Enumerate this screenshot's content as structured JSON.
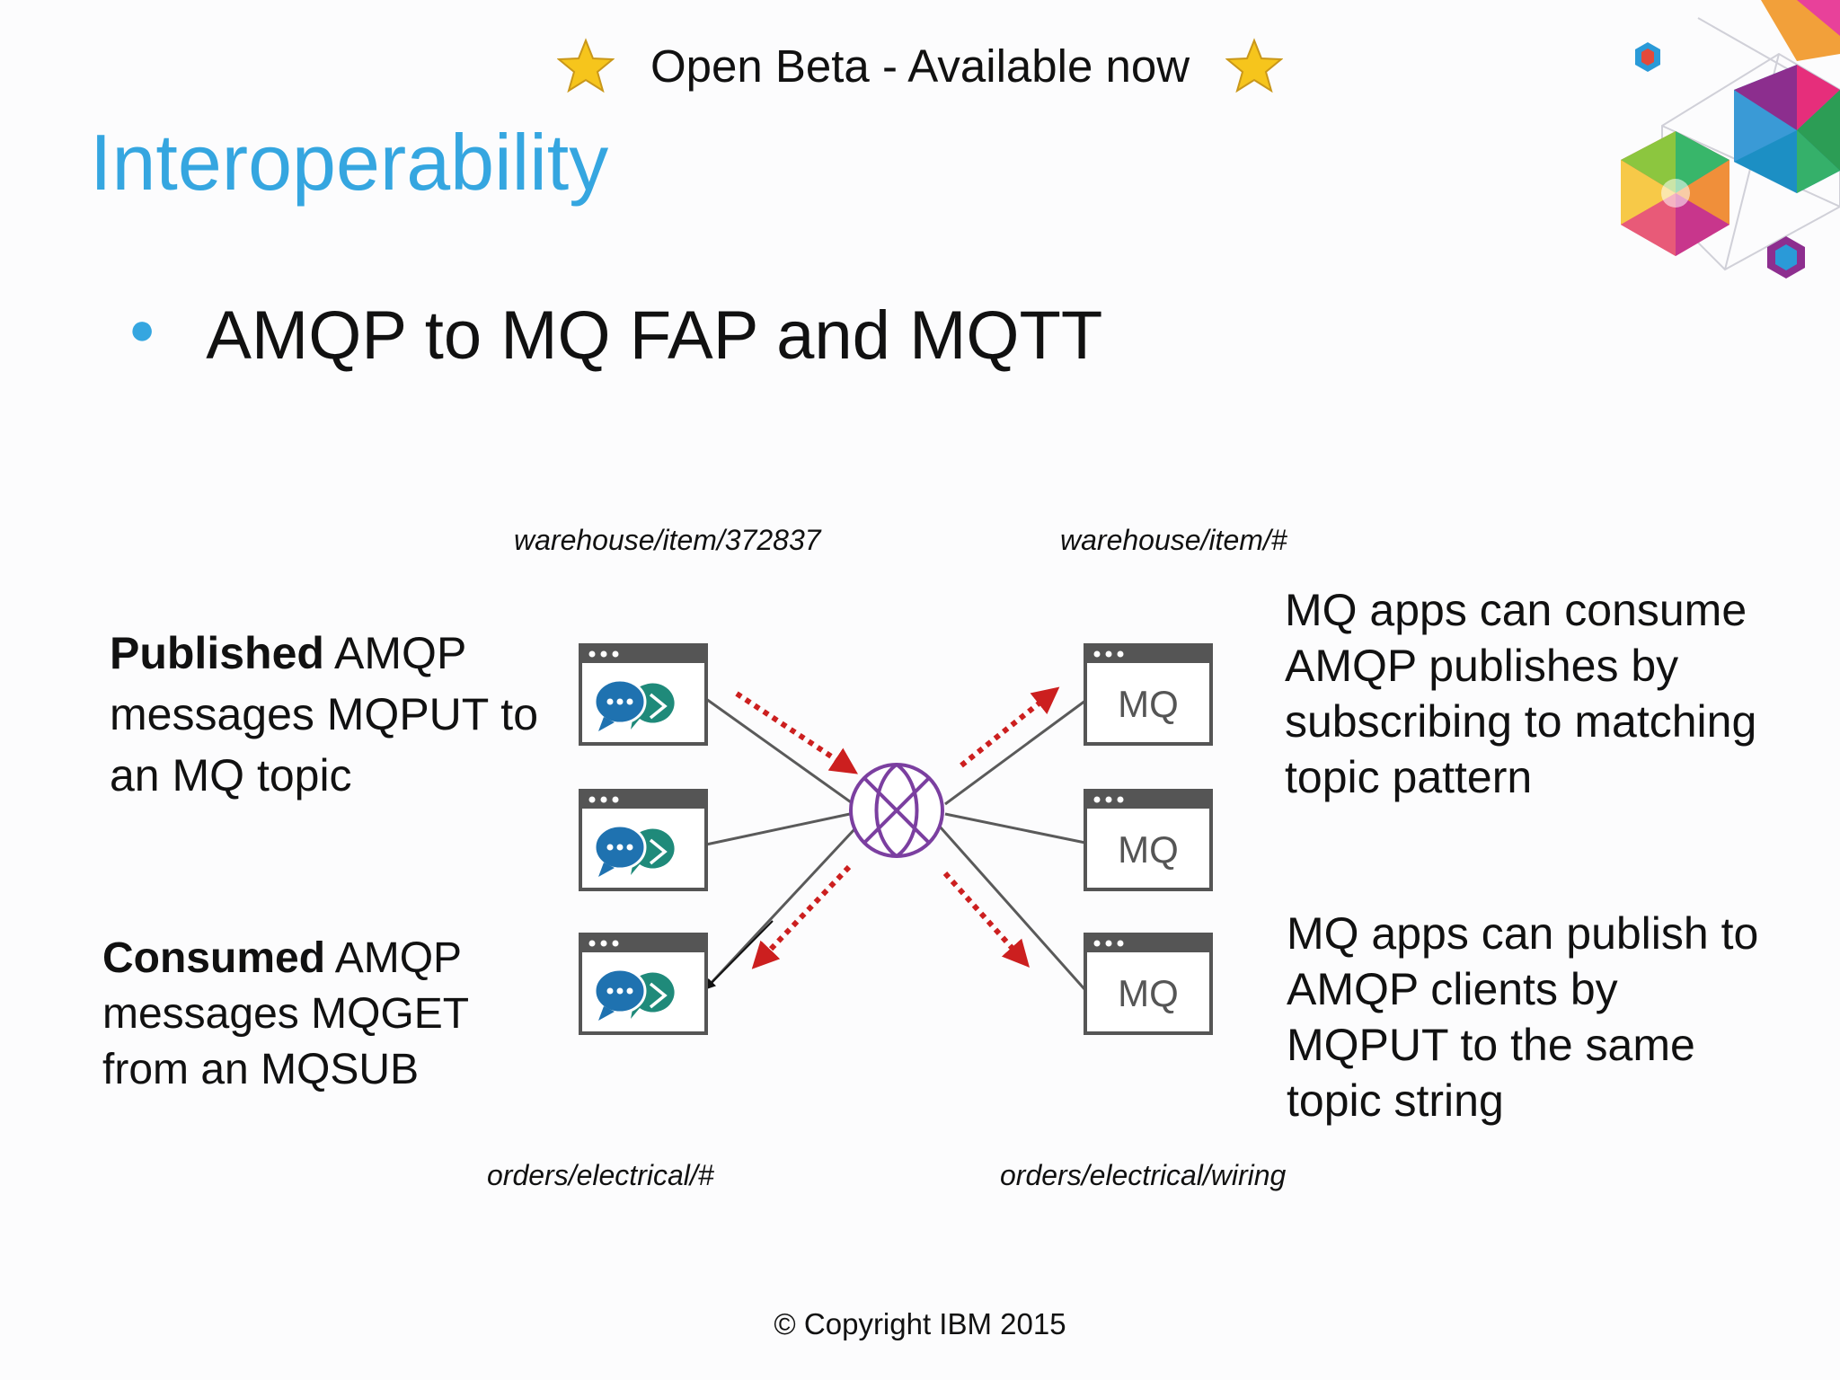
{
  "banner": {
    "text": "Open Beta - Available now",
    "icon": "star-icon",
    "star_color": "#f6c51c"
  },
  "title": "Interoperability",
  "bullet": "AMQP to MQ FAP and MQTT",
  "diagram": {
    "topics": {
      "top_left": "warehouse/item/372837",
      "top_right": "warehouse/item/#",
      "bottom_left": "orders/electrical/#",
      "bottom_right": "orders/electrical/wiring"
    },
    "left_labels": {
      "published": {
        "bold": "Published",
        "rest": " AMQP messages MQPUT to an MQ topic"
      },
      "consumed": {
        "bold": "Consumed",
        "rest": " AMQP messages MQGET from an MQSUB"
      }
    },
    "right_labels": {
      "consume": "MQ apps can consume AMQP publishes by subscribing to matching topic pattern",
      "publish": "MQ apps can publish to AMQP clients by MQPUT to the same topic string"
    },
    "mq_label": "MQ",
    "hub_icon": "globe-icon",
    "amqp_icon": "chat-bubbles-icon",
    "colors": {
      "arrow_red": "#cc1f1f",
      "hub_purple": "#7b3fa0",
      "bubble_blue": "#1f72b0",
      "bubble_teal": "#1f8a7a"
    }
  },
  "copyright": "© Copyright IBM 2015"
}
